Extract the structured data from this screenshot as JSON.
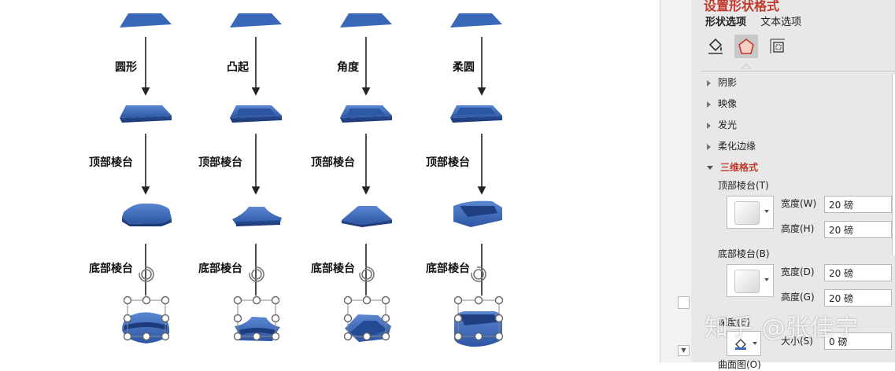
{
  "columns": [
    {
      "bevel_name": "圆形",
      "top_label": "顶部棱台",
      "bottom_label": "底部棱台"
    },
    {
      "bevel_name": "凸起",
      "top_label": "顶部棱台",
      "bottom_label": "底部棱台"
    },
    {
      "bevel_name": "角度",
      "top_label": "顶部棱台",
      "bottom_label": "底部棱台"
    },
    {
      "bevel_name": "柔圆",
      "top_label": "顶部棱台",
      "bottom_label": "底部棱台"
    }
  ],
  "panel": {
    "title": "设置形状格式",
    "tabs": {
      "shape_options": "形状选项",
      "text_options": "文本选项"
    },
    "icons": [
      "fill-line-icon",
      "effects-icon",
      "size-properties-icon"
    ],
    "sections": {
      "shadow": "阴影",
      "reflection": "映像",
      "glow": "发光",
      "soft_edges": "柔化边缘",
      "format_3d": "三维格式"
    },
    "top_bevel": {
      "label": "顶部棱台(T)",
      "width_label": "宽度(W)",
      "width_value": "20 磅",
      "height_label": "高度(H)",
      "height_value": "20 磅"
    },
    "bottom_bevel": {
      "label": "底部棱台(B)",
      "width_label": "宽度(D)",
      "width_value": "20 磅",
      "height_label": "高度(G)",
      "height_value": "20 磅"
    },
    "depth": {
      "label": "深度(E)",
      "size_label": "大小(S)",
      "size_value": "0 磅"
    },
    "contour_label": "曲面图(O)"
  },
  "watermark": "知乎 @张佳宁",
  "colors": {
    "shape_blue": "#3a68b8",
    "accent_red": "#c0392b",
    "panel_bg": "#e8e8e8"
  }
}
